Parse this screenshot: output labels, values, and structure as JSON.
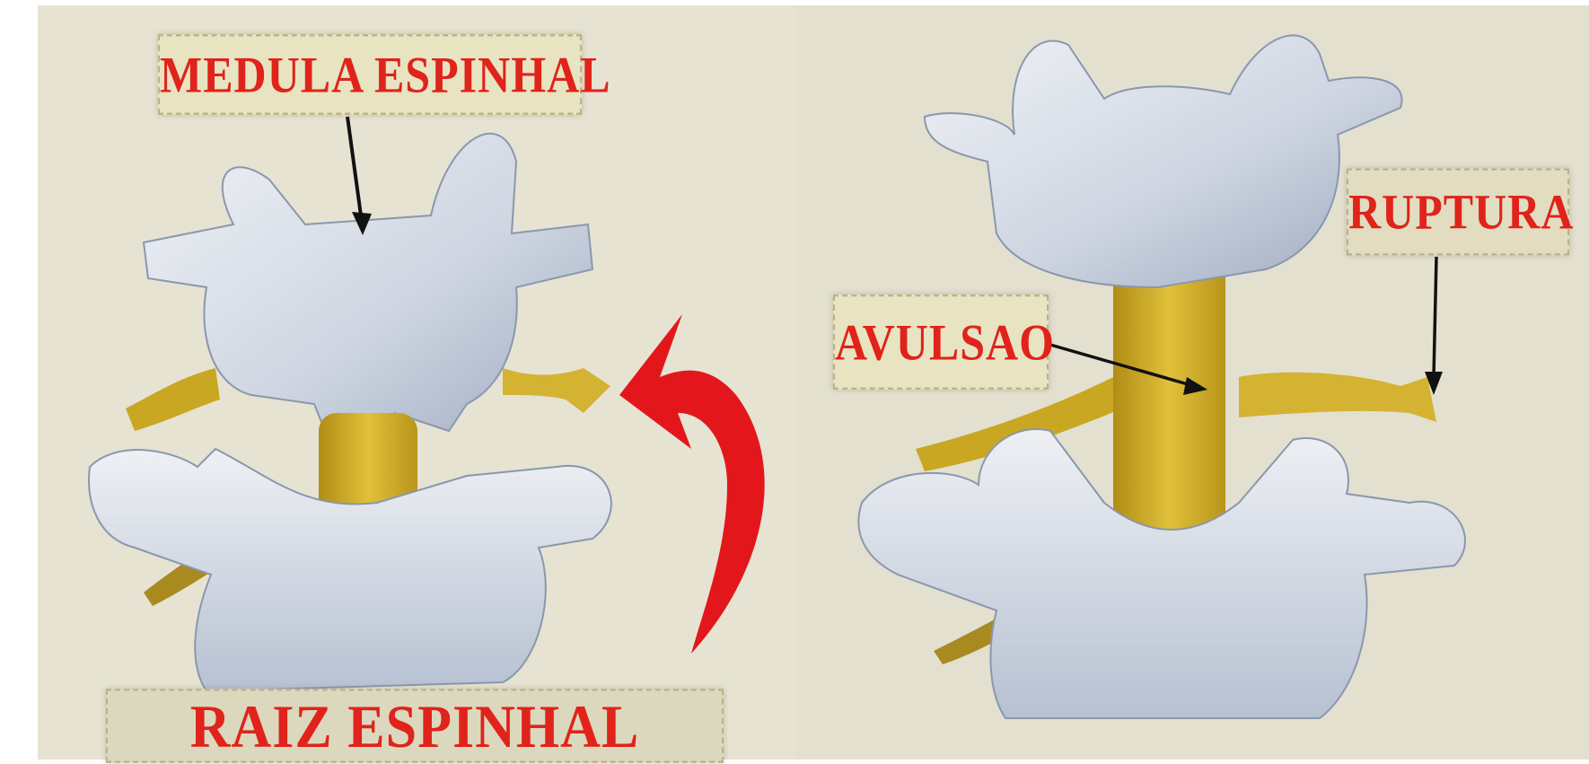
{
  "labels": {
    "medula": "MEDULA ESPINHAL",
    "raiz": "RAIZ ESPINHAL",
    "avulsao": "AVULSAO",
    "ruptura": "RUPTURA"
  },
  "colors": {
    "label_text": "#e0231b",
    "label_bg": "#e8e4c2",
    "bone": "#d8dde6",
    "nerve": "#c9a722",
    "arrow_red": "#e3171b",
    "background": "#e6e3d3"
  }
}
